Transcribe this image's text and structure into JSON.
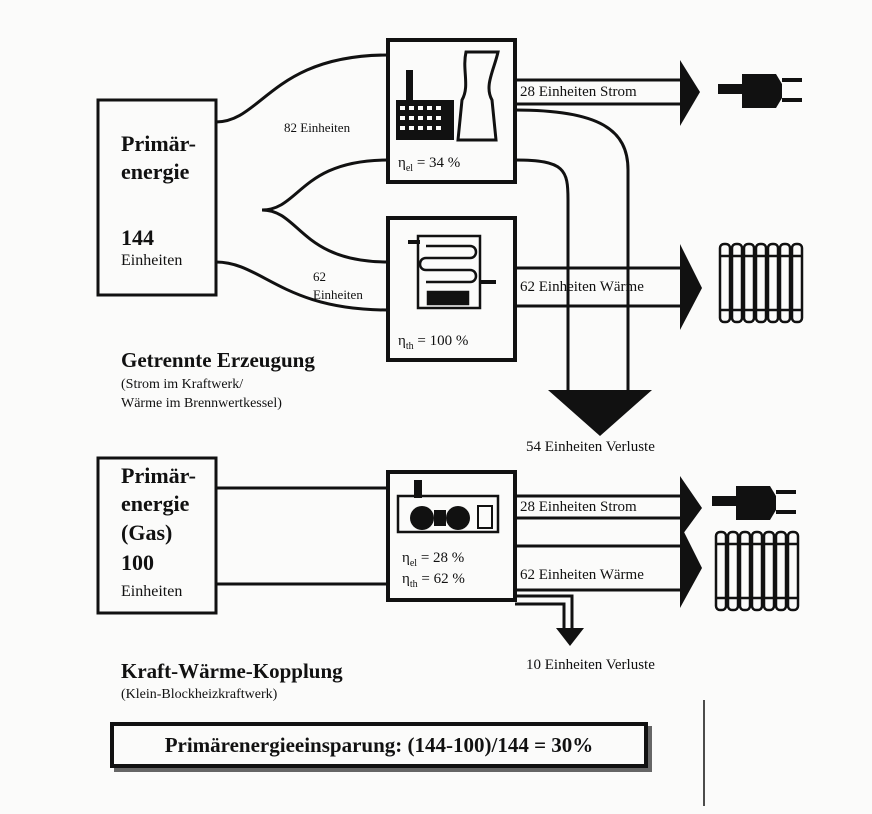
{
  "separate": {
    "primary_line1": "Primär-",
    "primary_line2": "energie",
    "primary_amount": "144",
    "primary_unit": "Einheiten",
    "flow_plant": "82 Einheiten",
    "flow_boiler_1": "62",
    "flow_boiler_2": "Einheiten",
    "plant_eta": "= 34 %",
    "plant_eta_sub": "el",
    "boiler_eta": "= 100 %",
    "boiler_eta_sub": "th",
    "out_power": "28 Einheiten Strom",
    "out_heat": "62 Einheiten Wärme",
    "losses": "54 Einheiten Verluste",
    "title": "Getrennte Erzeugung",
    "subtitle_1": "(Strom im Kraftwerk/",
    "subtitle_2": "Wärme im Brennwertkessel)"
  },
  "chp": {
    "primary_line1": "Primär-",
    "primary_line2": "energie",
    "primary_line3": "(Gas)",
    "primary_amount": "100",
    "primary_unit": "Einheiten",
    "eta_el": "= 28 %",
    "eta_el_sub": "el",
    "eta_th": "= 62 %",
    "eta_th_sub": "th",
    "out_power": "28 Einheiten Strom",
    "out_heat": "62 Einheiten Wärme",
    "losses": "10 Einheiten Verluste",
    "title": "Kraft-Wärme-Kopplung",
    "subtitle": "(Klein-Blockheizkraftwerk)"
  },
  "savings": "Primärenergieeinsparung: (144-100)/144 = 30%",
  "eta_symbol": "η"
}
